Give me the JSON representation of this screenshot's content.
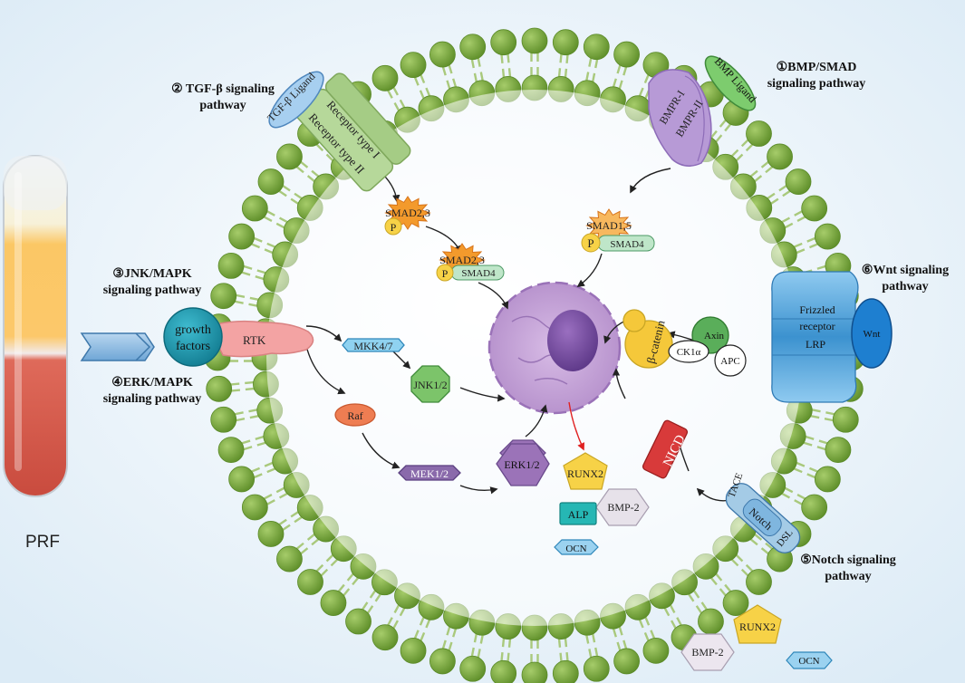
{
  "pathways": {
    "bmp": {
      "line1": "①BMP/SMAD",
      "line2": "signaling pathway"
    },
    "tgf": {
      "line1": "② TGF-β signaling",
      "line2": "pathway"
    },
    "jnk": {
      "line1": "③JNK/MAPK",
      "line2": "signaling pathway"
    },
    "erk": {
      "line1": "④ERK/MAPK",
      "line2": "signaling pathway"
    },
    "notch": {
      "line1": "⑤Notch signaling",
      "line2": "pathway"
    },
    "wnt": {
      "line1": "⑥Wnt signaling",
      "line2": "pathway"
    }
  },
  "prf_label": "PRF",
  "growth_factors": {
    "line1": "growth",
    "line2": "factors"
  },
  "molecules": {
    "tgf_ligand": "TGF-β Ligand",
    "receptor_type_1": "Receptor type I",
    "receptor_type_2": "Receptor type II",
    "bmp_ligand": "BMP Ligand",
    "bmpr1": "BMPR-I",
    "bmpr2": "BMPR-II",
    "smad23": "SMAD2,3",
    "smad15": "SMAD1,5",
    "smad4": "SMAD4",
    "p": "P",
    "rtk": "RTK",
    "mkk47": "MKK4/7",
    "jnk12": "JNK1/2",
    "raf": "Raf",
    "mek12": "MEK1/2",
    "erk12": "ERK1/2",
    "beta_catenin": "β-catenin",
    "axin": "Axin",
    "ck1a": "CK1α",
    "apc": "APC",
    "frizzled1": "Frizzled",
    "frizzled2": "receptor",
    "lrp": "LRP",
    "wnt": "Wnt",
    "nicd": "NICD",
    "tace": "TACE",
    "notch": "Notch",
    "dsl": "DSL",
    "runx2": "RUNX2",
    "bmp2": "BMP-2",
    "alp": "ALP",
    "ocn": "OCN"
  },
  "colors": {
    "lipid_head": "#7dab3a",
    "lipid_tail": "#a9c97c",
    "nucleus": "#c9a6d9",
    "tgf_receptor": "#a9d08e",
    "bmp_receptor": "#b79ad6",
    "smad_star": "#f39a2c",
    "p_circle": "#f7d247",
    "smad4": "#bfe6c9",
    "growth_factors": "#1e93a9",
    "rtk": "#f3a3a3",
    "mkk": "#8fd2f0",
    "jnk": "#7cc46a",
    "raf": "#ee7d52",
    "mek": "#8a6aab",
    "erk": "#9b73b8",
    "beta_catenin": "#f5c83a",
    "axin": "#5aae5a",
    "frizzled": "#5aa7d8",
    "wnt": "#1e7fd0",
    "nicd": "#d83a3a",
    "notch_receptor": "#a4cbe6",
    "runx2": "#f7d247",
    "alp": "#26b7b4",
    "ocn": "#9bd2f0",
    "bmp2": "#e7e2ea",
    "tube_top": "#fcc86a",
    "tube_bottom": "#d85a4a"
  }
}
